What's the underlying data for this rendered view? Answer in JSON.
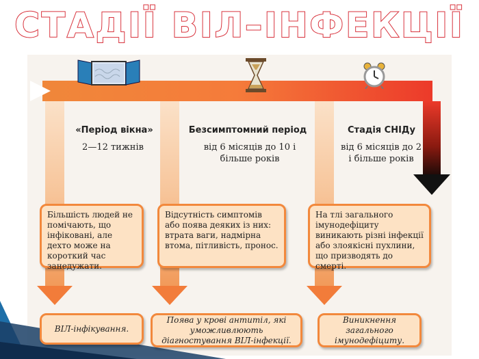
{
  "title": "СТАДІЇ  ВІЛ–ІНФЕКЦІЇ",
  "stages": [
    {
      "name": "«Період вікна»",
      "duration": "2—12 тижнів",
      "description": "Більшість людей не помічають, що інфіковані, але дехто може на короткий час занедужати.",
      "result": "ВІЛ-інфікування."
    },
    {
      "name": "Безсимптомний період",
      "duration": "від 6 місяців до 10 і більше років",
      "description": "Відсутність симптомів або поява деяких із них: втрата ваги, надмірна втома, пітливість, пронос.",
      "result": "Поява у крові антитіл, які уможливлюють діагностування ВІЛ-інфекції."
    },
    {
      "name": "Стадія СНІДу",
      "duration": "від 6 місяців до 2 і більше років",
      "description": "На тлі загального імунодефіциту виникають різні інфекції або злоякісні пухлини, що призводять до смерті.",
      "result": "Виникнення загального імунодефіциту."
    }
  ],
  "icons": [
    "window-icon",
    "hourglass-icon",
    "alarm-clock-icon"
  ]
}
